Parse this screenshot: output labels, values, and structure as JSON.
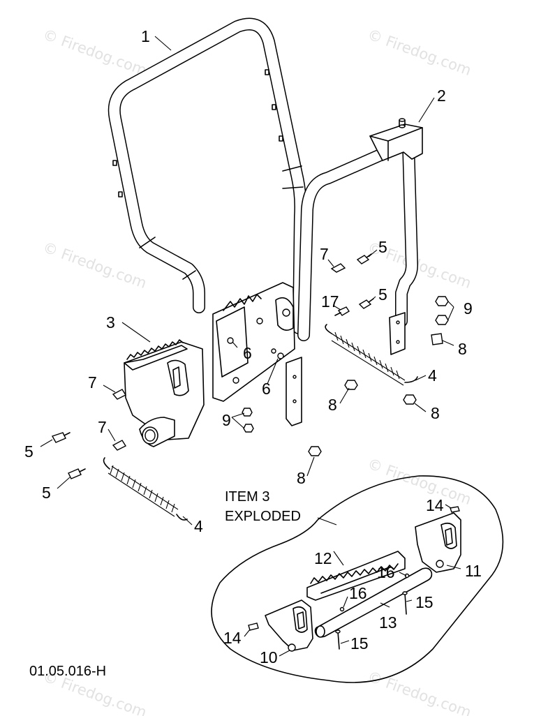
{
  "watermark": "© Firedog.com",
  "drawing_number": "01.05.016-H",
  "callouts": {
    "c1": "1",
    "c2": "2",
    "c3": "3",
    "c4a": "4",
    "c4b": "4",
    "c5a": "5",
    "c5b": "5",
    "c5c": "5",
    "c5d": "5",
    "c6a": "6",
    "c6b": "6",
    "c7a": "7",
    "c7b": "7",
    "c7c": "7",
    "c8a": "8",
    "c8b": "8",
    "c8c": "8",
    "c8d": "8",
    "c9a": "9",
    "c9b": "9",
    "c10": "10",
    "c11": "11",
    "c12": "12",
    "c13": "13",
    "c14a": "14",
    "c14b": "14",
    "c15a": "15",
    "c15b": "15",
    "c16a": "16",
    "c16b": "16",
    "c17": "17"
  },
  "exploded_label": {
    "line1": "ITEM 3",
    "line2": "EXPLODED"
  }
}
